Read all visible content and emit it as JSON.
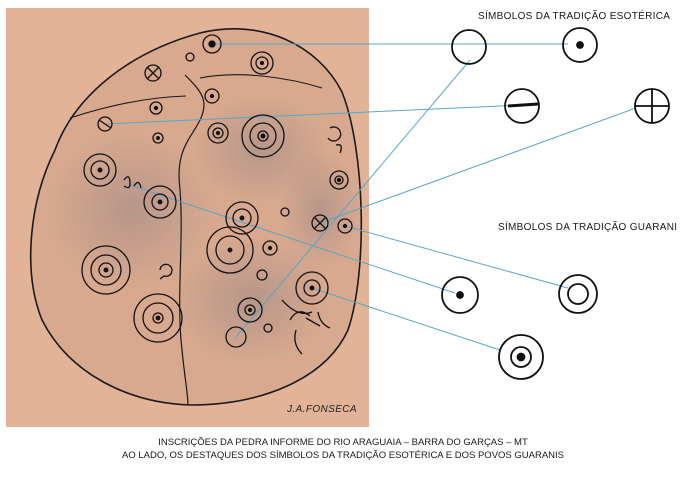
{
  "labels": {
    "esoteric_title": "SÍMBOLOS DA TRADIÇÃO ESOTÉRICA",
    "guarani_title": "SÍMBOLOS DA TRADIÇÃO GUARANI",
    "signature": "J.A.FONSECA",
    "caption_line1": "INSCRIÇÕES DA PEDRA INFORME DO RIO ARAGUAIA – BARRA DO GARÇAS – MT",
    "caption_line2": "AO LADO, OS DESTAQUES DOS SÍMBOLOS DA TRADIÇÃO ESOTÉRICA E DOS POVOS GUARANIS"
  },
  "colors": {
    "panel": "#e2b396",
    "stone": "#cfa08a",
    "stone_shadow": "#a88a82",
    "line": "#5aa6c8",
    "ink": "#111111"
  },
  "esoteric_symbols": [
    "circle-symbol",
    "circle-dot-symbol",
    "circle-bar-symbol",
    "circle-cross-symbol"
  ],
  "guarani_symbols": [
    "dot-circle-symbol",
    "double-circle-symbol",
    "target-symbol"
  ]
}
